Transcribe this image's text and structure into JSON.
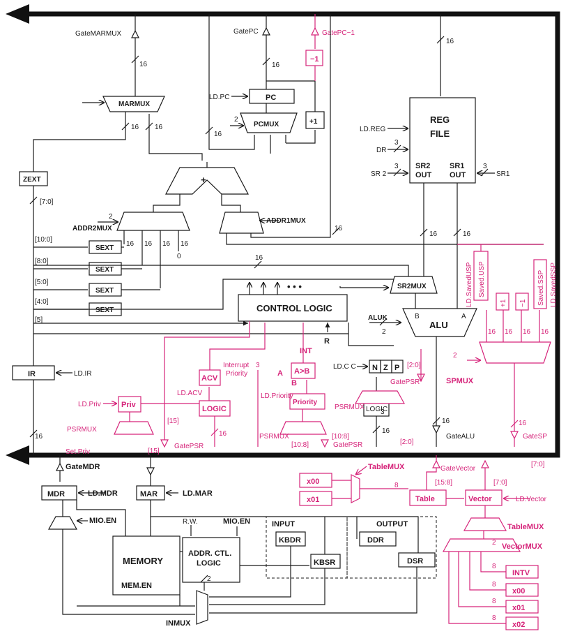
{
  "blocks": {
    "pc": "PC",
    "pcmux": "PCMUX",
    "marmux": "MARMUX",
    "plus": "+",
    "minus1": "−1",
    "plus1": "+1",
    "regfile_1": "REG",
    "regfile_2": "FILE",
    "sr2out_1": "SR2",
    "sr2out_2": "OUT",
    "sr1out_1": "SR1",
    "sr1out_2": "OUT",
    "zext": "ZEXT",
    "sext": "SEXT",
    "addr2mux": "ADDR2MUX",
    "addr1mux": "ADDR1MUX",
    "control_logic": "CONTROL LOGIC",
    "sr2mux": "SR2MUX",
    "alu": "ALU",
    "alu_a": "A",
    "alu_b": "B",
    "ir": "IR",
    "mdr": "MDR",
    "mar": "MAR",
    "memory": "MEMORY",
    "mem_en": "MEM.EN",
    "addrctl_1": "ADDR. CTL.",
    "addrctl_2": "LOGIC",
    "kbdr": "KBDR",
    "kbsr": "KBSR",
    "ddr": "DDR",
    "dsr": "DSR",
    "input": "INPUT",
    "output": "OUTPUT",
    "inmux": "INMUX",
    "n": "N",
    "z": "Z",
    "p": "P",
    "logic": "LOGIC",
    "acv": "ACV",
    "priv": "Priv",
    "agtb": "A>B",
    "priority": "Priority",
    "table": "Table",
    "vector": "Vector",
    "x00": "x00",
    "x01": "x01",
    "intv": "INTV",
    "x02": "x02",
    "logic_psr": "LOGIC",
    "dots": "• • •"
  },
  "signals": {
    "gatemarmux": "GateMARMUX",
    "gatepc": "GatePC",
    "gatepc1": "GatePC−1",
    "ldpc": "LD.PC",
    "ldreg": "LD.REG",
    "dr": "DR",
    "sr2": "SR 2",
    "sr1": "SR1",
    "aluk": "ALUK",
    "ldcc": "LD.C C",
    "ldir": "LD.IR",
    "ldmdr": "LD.MDR",
    "ldmar": "LD.MAR",
    "mioen_1": "MIO.EN",
    "mioen_2": "MIO.EN",
    "rw": "R.W.",
    "gatemdr": "GateMDR",
    "gatealu": "GateALU",
    "gatesp": "GateSP",
    "gatepsr_1": "GatePSR",
    "gatepsr_2": "GatePSR",
    "gatepsr_3": "GatePSR",
    "gatevector": "GateVector",
    "tablemux_1": "TableMUX",
    "tablemux_2": "TableMUX",
    "vectormux": "VectorMUX",
    "ldvector": "LD.Vector",
    "spmux": "SPMUX",
    "ldpriv": "LD.Priv",
    "setpriv": "Set.Priv",
    "psrmux_1": "PSRMUX",
    "psrmux_2": "PSRMUX",
    "psrmux_3": "PSRMUX",
    "ldacv": "LD.ACV",
    "ldpriority": "LD.Priority",
    "interrupt_1": "Interrupt",
    "interrupt_2": "Priority",
    "int": "INT",
    "r": "R",
    "a": "A",
    "b": "B",
    "ld_saved_usp": "LD.SavedUSP",
    "saved_usp": "Saved.USP",
    "saved_ssp": "Saved.SSP",
    "ld_saved_ssp": "LD.SavedSSP",
    "sp_plus1": "+1",
    "sp_minus1": "−1"
  },
  "widths": {
    "w16": "16",
    "w2": "2",
    "w3": "3",
    "w8": "8",
    "w0": "0",
    "b10_0": "[10:0]",
    "b8_0": "[8:0]",
    "b5_0": "[5:0]",
    "b4_0": "[4:0]",
    "b5": "[5]",
    "b7_0": "[7:0]",
    "b15": "[15]",
    "b15_8": "[15:8]",
    "b10_8": "[10:8]",
    "b2_0": "[2:0]"
  },
  "colors": {
    "datapath": "#1a1a1a",
    "interrupt_logic": "#d6247a"
  }
}
